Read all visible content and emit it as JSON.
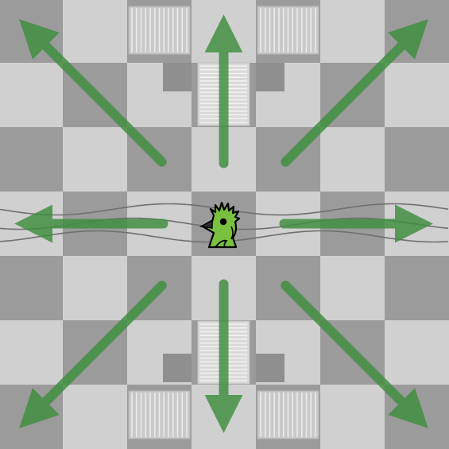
{
  "board": {
    "name": "movement-diagram",
    "files": 7,
    "ranks": 7,
    "light_square_color": "#d0d0d0",
    "dark_square_color": "#9b9b9b"
  },
  "piece": {
    "name": "bird-piece",
    "icon": "bird-icon",
    "color": "#7ac142",
    "square": {
      "file": 4,
      "rank": 4
    }
  },
  "moves": {
    "arrow_color": "#3e8e3e",
    "directions": [
      {
        "name": "arrow-up",
        "df": 0,
        "dr": 3
      },
      {
        "name": "arrow-down",
        "df": 0,
        "dr": -3
      },
      {
        "name": "arrow-left",
        "df": -3,
        "dr": 0
      },
      {
        "name": "arrow-right",
        "df": 3,
        "dr": 0
      },
      {
        "name": "arrow-up-left",
        "df": -3,
        "dr": 3
      },
      {
        "name": "arrow-up-right",
        "df": 3,
        "dr": 3
      },
      {
        "name": "arrow-down-left",
        "df": -3,
        "dr": -3
      },
      {
        "name": "arrow-down-right",
        "df": 3,
        "dr": -3
      }
    ]
  },
  "terrain": {
    "ladders": [
      {
        "name": "ladder-top-center",
        "file": 4,
        "rank": 6
      },
      {
        "name": "ladder-bottom-center",
        "file": 4,
        "rank": 2
      },
      {
        "name": "fence-top-left",
        "file": 3,
        "rank": 7
      },
      {
        "name": "fence-top-right",
        "file": 5,
        "rank": 7
      },
      {
        "name": "fence-bottom-left",
        "file": 3,
        "rank": 1
      },
      {
        "name": "fence-bottom-right",
        "file": 5,
        "rank": 1
      }
    ],
    "wind_lines": {
      "name": "wind-lines",
      "rank": 4
    }
  }
}
